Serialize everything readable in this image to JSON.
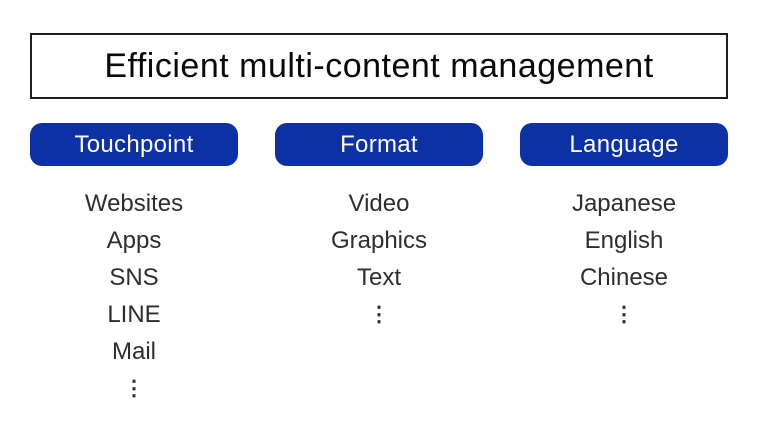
{
  "colors": {
    "background": "#ffffff",
    "accent": "#0b31a5",
    "accent_text": "#ffffff",
    "title_border": "#1f1f1f",
    "title_text": "#0a0a0a",
    "list_text": "#2e2e2e"
  },
  "title": {
    "text": "Efficient multi-content management"
  },
  "columns": [
    {
      "header": "Touchpoint",
      "items": [
        "Websites",
        "Apps",
        "SNS",
        "LINE",
        "Mail"
      ],
      "ellipsis": "⋮"
    },
    {
      "header": "Format",
      "items": [
        "Video",
        "Graphics",
        "Text"
      ],
      "ellipsis": "⋮"
    },
    {
      "header": "Language",
      "items": [
        "Japanese",
        "English",
        "Chinese"
      ],
      "ellipsis": "⋮"
    }
  ]
}
